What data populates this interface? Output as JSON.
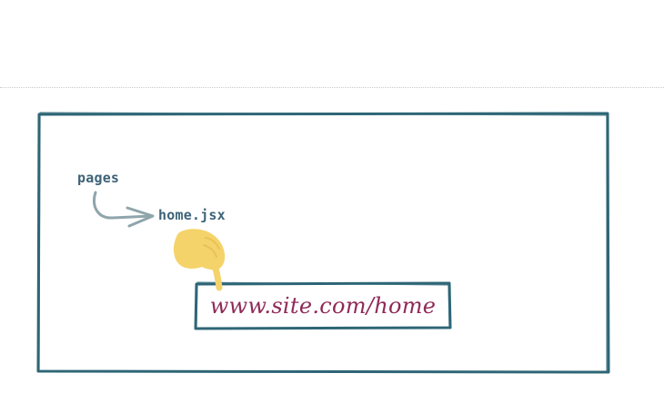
{
  "diagram": {
    "folder_label": "pages",
    "file_label": "home.jsx",
    "url_label": "www.site.com/home"
  },
  "colors": {
    "frame": "#2e6676",
    "folder_text": "#3d6378",
    "arrow": "#8fa5ac",
    "url_text": "#8f2a58",
    "hand": "#f5d36b"
  },
  "icons": {
    "pointer": "pointing-hand-icon",
    "arrow": "curved-arrow-icon"
  }
}
